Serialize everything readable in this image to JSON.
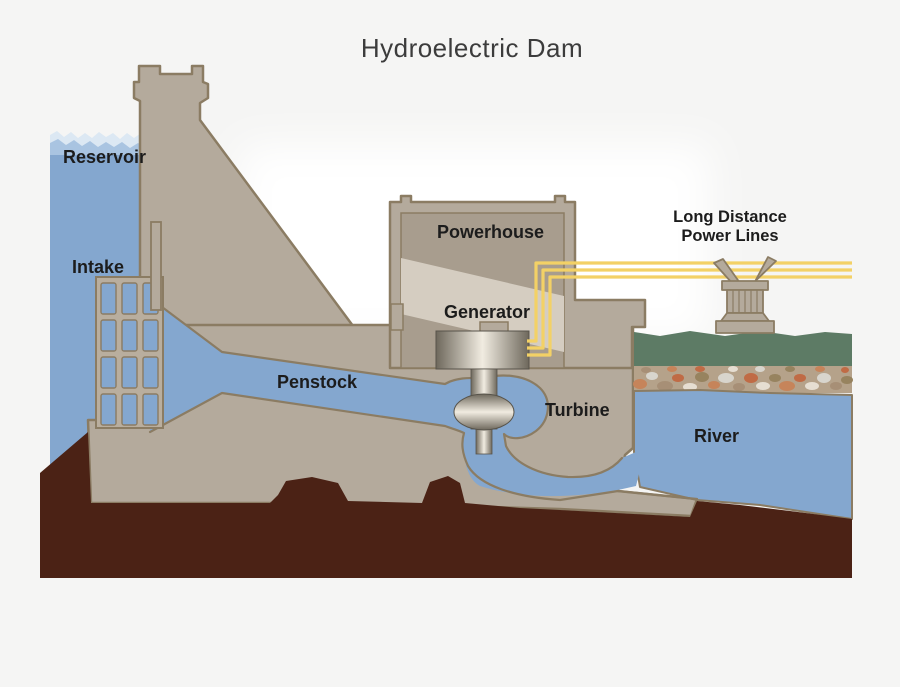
{
  "title": "Hydroelectric Dam",
  "labels": {
    "reservoir": "Reservoir",
    "intake": "Intake",
    "penstock": "Penstock",
    "powerhouse": "Powerhouse",
    "generator": "Generator",
    "turbine": "Turbine",
    "river": "River",
    "power_lines_line1": "Long Distance",
    "power_lines_line2": "Power Lines"
  },
  "colors": {
    "background": "#f5f5f4",
    "glow": "#ffffff",
    "water": "#84a7cf",
    "wave_light": "#dce8f3",
    "wave_mid": "#a9c4e1",
    "structure": "#b4aa9c",
    "outline": "#8b7c63",
    "interior_dark": "#a89d8e",
    "interior_light": "#d5cdc1",
    "earth": "#4b2215",
    "grass": "#5d7b65",
    "rock_base": "#b5a28a",
    "cable": "#f3d166",
    "metal_edge": "#57534a",
    "label_text": "#1c1c1c",
    "title_text": "#3c3c3c",
    "rocks": [
      "#c6845a",
      "#d8d5cd",
      "#a78f76",
      "#c06b45",
      "#e6ded2",
      "#97835f"
    ]
  }
}
